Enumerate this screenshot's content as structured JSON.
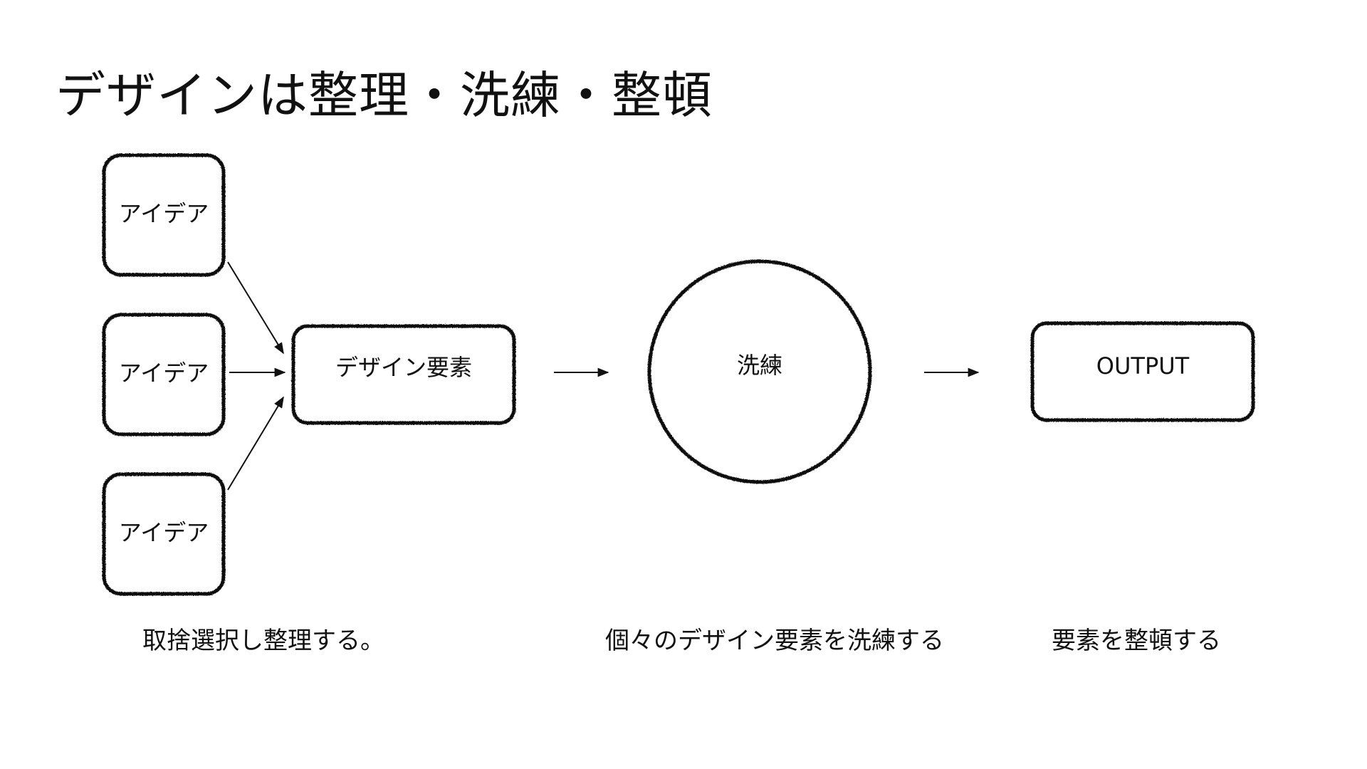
{
  "title": "デザインは整理・洗練・整頓",
  "nodes": {
    "idea_1": "アイデア",
    "idea_2": "アイデア",
    "idea_3": "アイデア",
    "design_elements": "デザイン要素",
    "refine": "洗練",
    "output": "OUTPUT"
  },
  "captions": {
    "organize": "取捨選択し整理する。",
    "refine": "個々のデザイン要素を洗練する",
    "tidy": "要素を整頓する"
  },
  "colors": {
    "stroke": "#111111",
    "background": "#ffffff"
  }
}
